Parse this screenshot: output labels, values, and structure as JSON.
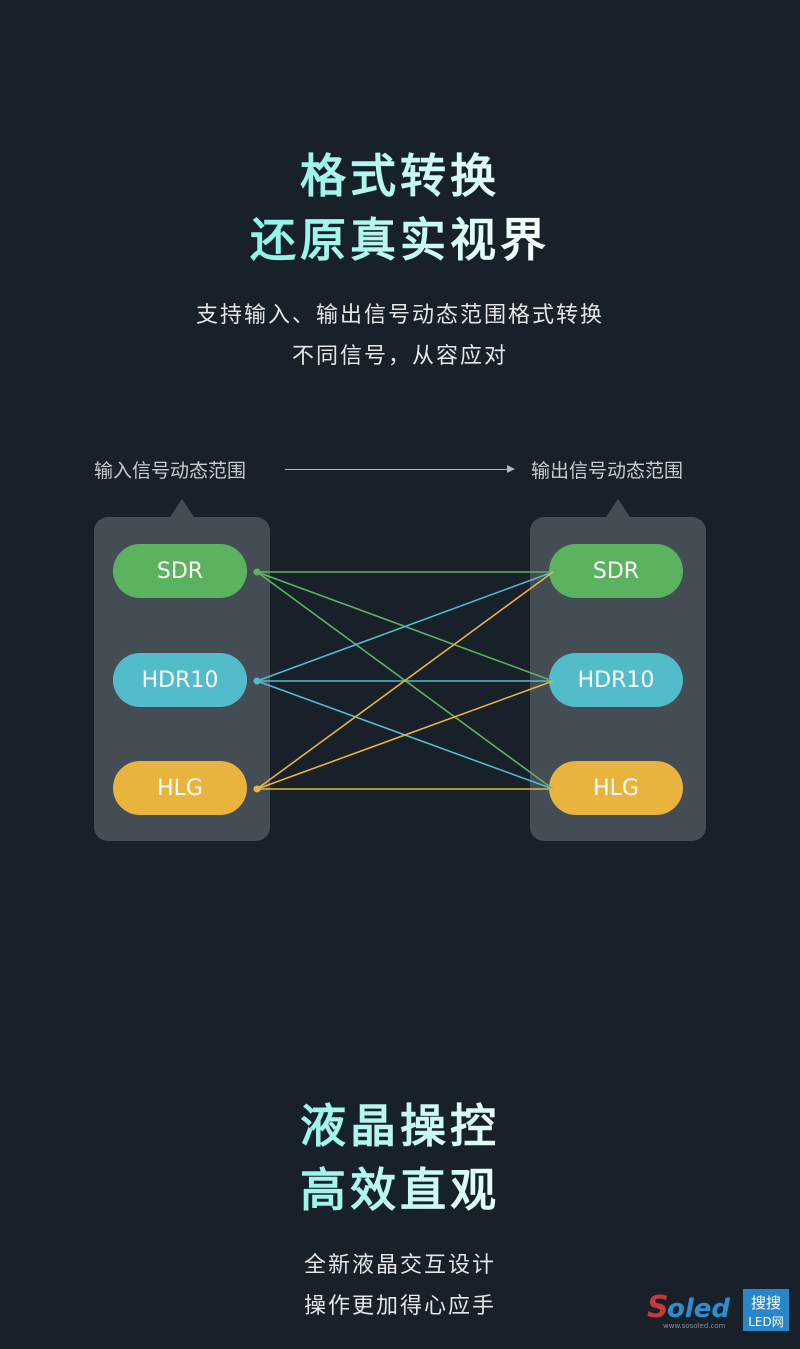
{
  "section1": {
    "title_line1": "格式转换",
    "title_line2": "还原真实视界",
    "desc_line1": "支持输入、输出信号动态范围格式转换",
    "desc_line2": "不同信号，从容应对"
  },
  "diagram": {
    "input_label": "输入信号动态范围",
    "output_label": "输出信号动态范围",
    "inputs": [
      {
        "label": "SDR",
        "color": "#5cb35f"
      },
      {
        "label": "HDR10",
        "color": "#52bccb"
      },
      {
        "label": "HLG",
        "color": "#e8b43e"
      }
    ],
    "outputs": [
      {
        "label": "SDR",
        "color": "#5cb35f"
      },
      {
        "label": "HDR10",
        "color": "#52bccb"
      },
      {
        "label": "HLG",
        "color": "#e8b43e"
      }
    ]
  },
  "section2": {
    "title_line1": "液晶操控",
    "title_line2": "高效直观",
    "desc_line1": "全新液晶交互设计",
    "desc_line2": "操作更加得心应手"
  },
  "watermark": {
    "text": "Soled 搜搜 LED网",
    "url_text": "www.sosoled.com"
  }
}
